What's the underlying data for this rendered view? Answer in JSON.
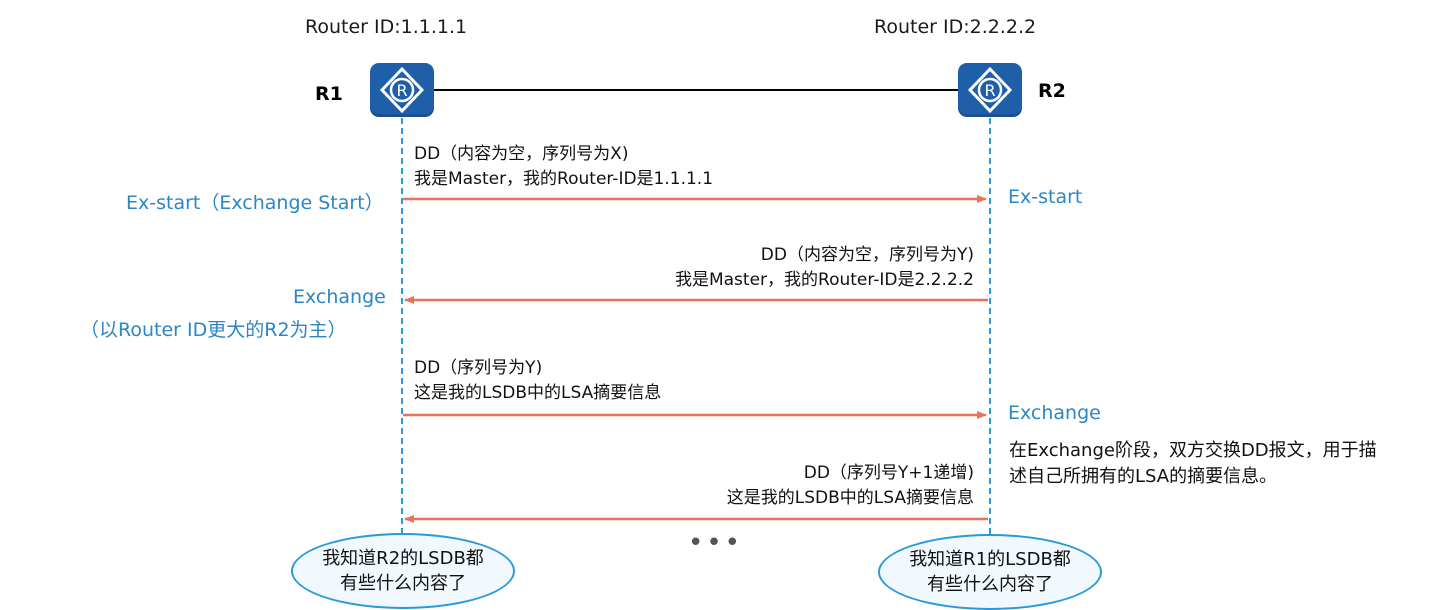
{
  "routers": {
    "r1": {
      "id_label": "Router ID:1.1.1.1",
      "name": "R1"
    },
    "r2": {
      "id_label": "Router ID:2.2.2.2",
      "name": "R2"
    }
  },
  "states": {
    "r1_exstart": "Ex-start（Exchange Start）",
    "r2_exstart": "Ex-start",
    "r1_exchange": "Exchange",
    "r1_exchange_note": "（以Router ID更大的R2为主）",
    "r2_exchange": "Exchange"
  },
  "messages": [
    {
      "line1": "DD（内容为空，序列号为X)",
      "line2": "我是Master，我的Router-ID是1.1.1.1",
      "direction": "r1-to-r2"
    },
    {
      "line1": "DD（内容为空，序列号为Y)",
      "line2": "我是Master，我的Router-ID是2.2.2.2",
      "direction": "r2-to-r1"
    },
    {
      "line1": "DD（序列号为Y)",
      "line2": "这是我的LSDB中的LSA摘要信息",
      "direction": "r1-to-r2"
    },
    {
      "line1": "DD（序列号Y+1递增)",
      "line2": "这是我的LSDB中的LSA摘要信息",
      "direction": "r2-to-r1"
    }
  ],
  "exchange_description": "在Exchange阶段，双方交换DD报文，用于描述自己所拥有的LSA的摘要信息。",
  "ellipsis": "•••",
  "bubbles": {
    "r1": "我知道R2的LSDB都有些什么内容了",
    "r2": "我知道R1的LSDB都有些什么内容了"
  },
  "colors": {
    "arrow": "#e8735a",
    "state_text": "#2b86c4",
    "lifeline": "#2b9ad8",
    "router_fill": "#1f5faa"
  },
  "icons": {
    "router": "router-icon"
  }
}
